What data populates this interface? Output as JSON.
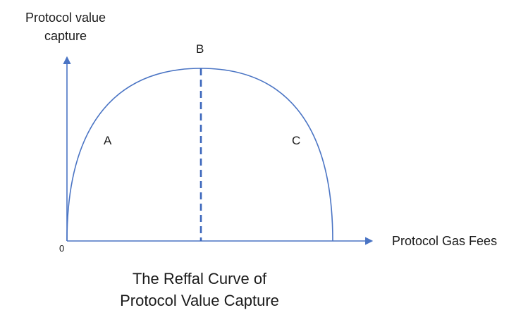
{
  "diagram": {
    "y_axis_label_line1": "Protocol value",
    "y_axis_label_line2": "capture",
    "x_axis_label": "Protocol Gas Fees",
    "origin_label": "0",
    "point_a": "A",
    "point_b": "B",
    "point_c": "C",
    "caption_line1": "The Reffal Curve of",
    "caption_line2": "Protocol Value Capture"
  },
  "colors": {
    "axis": "#4a74c4",
    "curve": "#4a74c4",
    "divider": "#3a66bb",
    "text": "#1a1a1a"
  }
}
